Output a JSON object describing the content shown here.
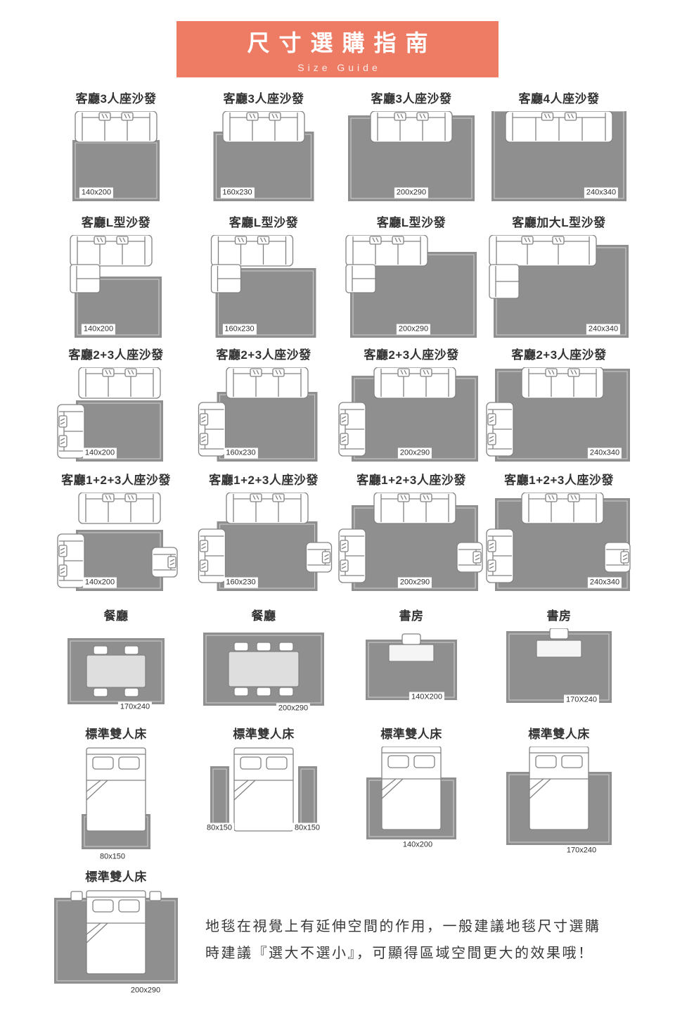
{
  "header": {
    "title": "尺寸選購指南",
    "subtitle": "Size Guide"
  },
  "colors": {
    "banner": "#EE7C64",
    "rug": "#8F8F8F",
    "rug_inner_border": "#C6C6C6",
    "outline": "#828282"
  },
  "rows": [
    {
      "cells": [
        {
          "label": "客廳3人座沙發",
          "type": "sofa-3",
          "sizes": [
            "140x200"
          ]
        },
        {
          "label": "客廳3人座沙發",
          "type": "sofa-3",
          "sizes": [
            "160x230"
          ]
        },
        {
          "label": "客廳3人座沙發",
          "type": "sofa-3",
          "sizes": [
            "200x290"
          ]
        },
        {
          "label": "客廳4人座沙發",
          "type": "sofa-4",
          "sizes": [
            "240x340"
          ]
        }
      ]
    },
    {
      "cells": [
        {
          "label": "客廳L型沙發",
          "type": "sofa-L",
          "sizes": [
            "140x200"
          ]
        },
        {
          "label": "客廳L型沙發",
          "type": "sofa-L",
          "sizes": [
            "160x230"
          ]
        },
        {
          "label": "客廳L型沙發",
          "type": "sofa-L",
          "sizes": [
            "200x290"
          ]
        },
        {
          "label": "客廳加大L型沙發",
          "type": "sofa-L-xl",
          "sizes": [
            "240x340"
          ]
        }
      ]
    },
    {
      "cells": [
        {
          "label": "客廳2+3人座沙發",
          "type": "sofa-2+3",
          "sizes": [
            "140x200"
          ]
        },
        {
          "label": "客廳2+3人座沙發",
          "type": "sofa-2+3",
          "sizes": [
            "160x230"
          ]
        },
        {
          "label": "客廳2+3人座沙發",
          "type": "sofa-2+3",
          "sizes": [
            "200x290"
          ]
        },
        {
          "label": "客廳2+3人座沙發",
          "type": "sofa-2+3",
          "sizes": [
            "240x340"
          ]
        }
      ]
    },
    {
      "cells": [
        {
          "label": "客廳1+2+3人座沙發",
          "type": "sofa-1+2+3",
          "sizes": [
            "140x200"
          ]
        },
        {
          "label": "客廳1+2+3人座沙發",
          "type": "sofa-1+2+3",
          "sizes": [
            "160x230"
          ]
        },
        {
          "label": "客廳1+2+3人座沙發",
          "type": "sofa-1+2+3",
          "sizes": [
            "200x290"
          ]
        },
        {
          "label": "客廳1+2+3人座沙發",
          "type": "sofa-1+2+3",
          "sizes": [
            "240x340"
          ]
        }
      ]
    },
    {
      "cells": [
        {
          "label": "餐廳",
          "type": "dining",
          "sizes": [
            "170x240"
          ]
        },
        {
          "label": "餐廳",
          "type": "dining",
          "sizes": [
            "200x290"
          ]
        },
        {
          "label": "書房",
          "type": "study",
          "sizes": [
            "140X200"
          ]
        },
        {
          "label": "書房",
          "type": "study",
          "sizes": [
            "170X240"
          ]
        }
      ]
    },
    {
      "cells": [
        {
          "label": "標準雙人床",
          "type": "bed-end-rug",
          "sizes": [
            "80x150"
          ]
        },
        {
          "label": "標準雙人床",
          "type": "bed-side-runners",
          "sizes": [
            "80x150",
            "80x150"
          ]
        },
        {
          "label": "標準雙人床",
          "type": "bed-two-thirds-rug",
          "sizes": [
            "140x200"
          ]
        },
        {
          "label": "標準雙人床",
          "type": "bed-two-thirds-rug-large",
          "sizes": [
            "170x240"
          ]
        }
      ]
    },
    {
      "cells": [
        {
          "label": "標準雙人床",
          "type": "bed-full-rug",
          "sizes": [
            "200x290"
          ]
        }
      ]
    }
  ],
  "note": {
    "line1": "地毯在視覺上有延伸空間的作用，一般建議地毯尺寸選購",
    "line2": "時建議『選大不選小』，可顯得區域空間更大的效果哦！"
  }
}
